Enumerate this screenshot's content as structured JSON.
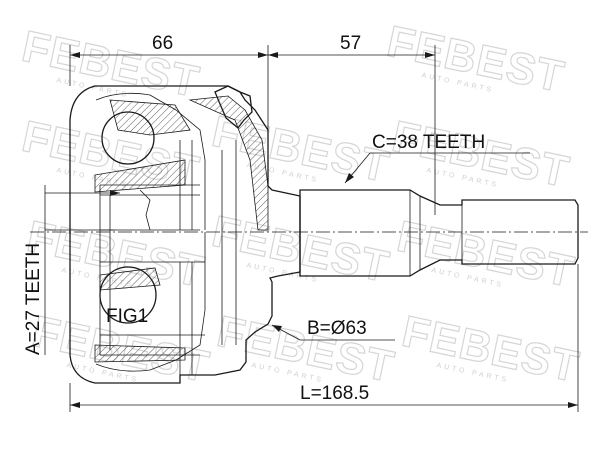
{
  "watermark": {
    "brand": "FEBEST",
    "sub": "AUTO PARTS"
  },
  "dimensions": {
    "dim_66": "66",
    "dim_57": "57",
    "spline_outer": "C=38 TEETH",
    "spline_inner": "A=27 TEETH",
    "abs_ring": "B=Ø63",
    "length": "L=168.5",
    "fig_label": "FIG1"
  },
  "colors": {
    "line": "#1a1a1a",
    "watermark": "#d6d6d6",
    "background": "#ffffff"
  }
}
